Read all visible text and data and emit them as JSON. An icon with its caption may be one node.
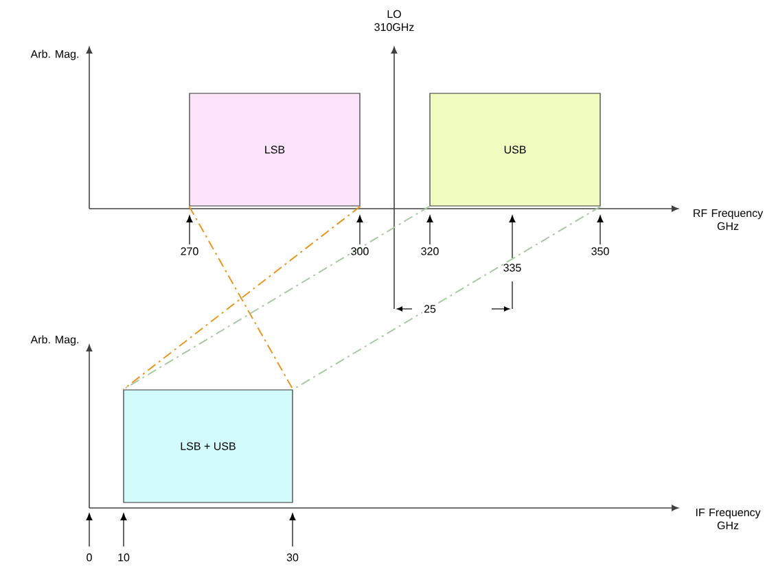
{
  "diagram": {
    "nodes": [
      {
        "text": [
          "LSB"
        ]
      },
      {
        "text": [
          "USB"
        ]
      },
      {
        "text": [
          "LSB + USB"
        ]
      }
    ],
    "edges": [
      {
        "from": 0,
        "to": 2,
        "arrow": "none",
        "style": "dashed",
        "color": "#e8961e"
      },
      {
        "from": 0,
        "to": 2,
        "arrow": "none",
        "style": "dashed",
        "color": "#e8961e"
      },
      {
        "from": 1,
        "to": 2,
        "arrow": "none",
        "style": "dashed",
        "color": "#a9c9a4"
      },
      {
        "from": 1,
        "to": 2,
        "arrow": "none",
        "style": "dashed",
        "color": "#a9c9a4"
      }
    ],
    "labels": [
      "Arb. Mag.",
      "LO 310GHz",
      "RF Frequency GHz",
      "270",
      "300",
      "320",
      "335",
      "350",
      "25",
      "Arb. Mag.",
      "IF Frequency GHz",
      "0",
      "10",
      "30"
    ]
  }
}
